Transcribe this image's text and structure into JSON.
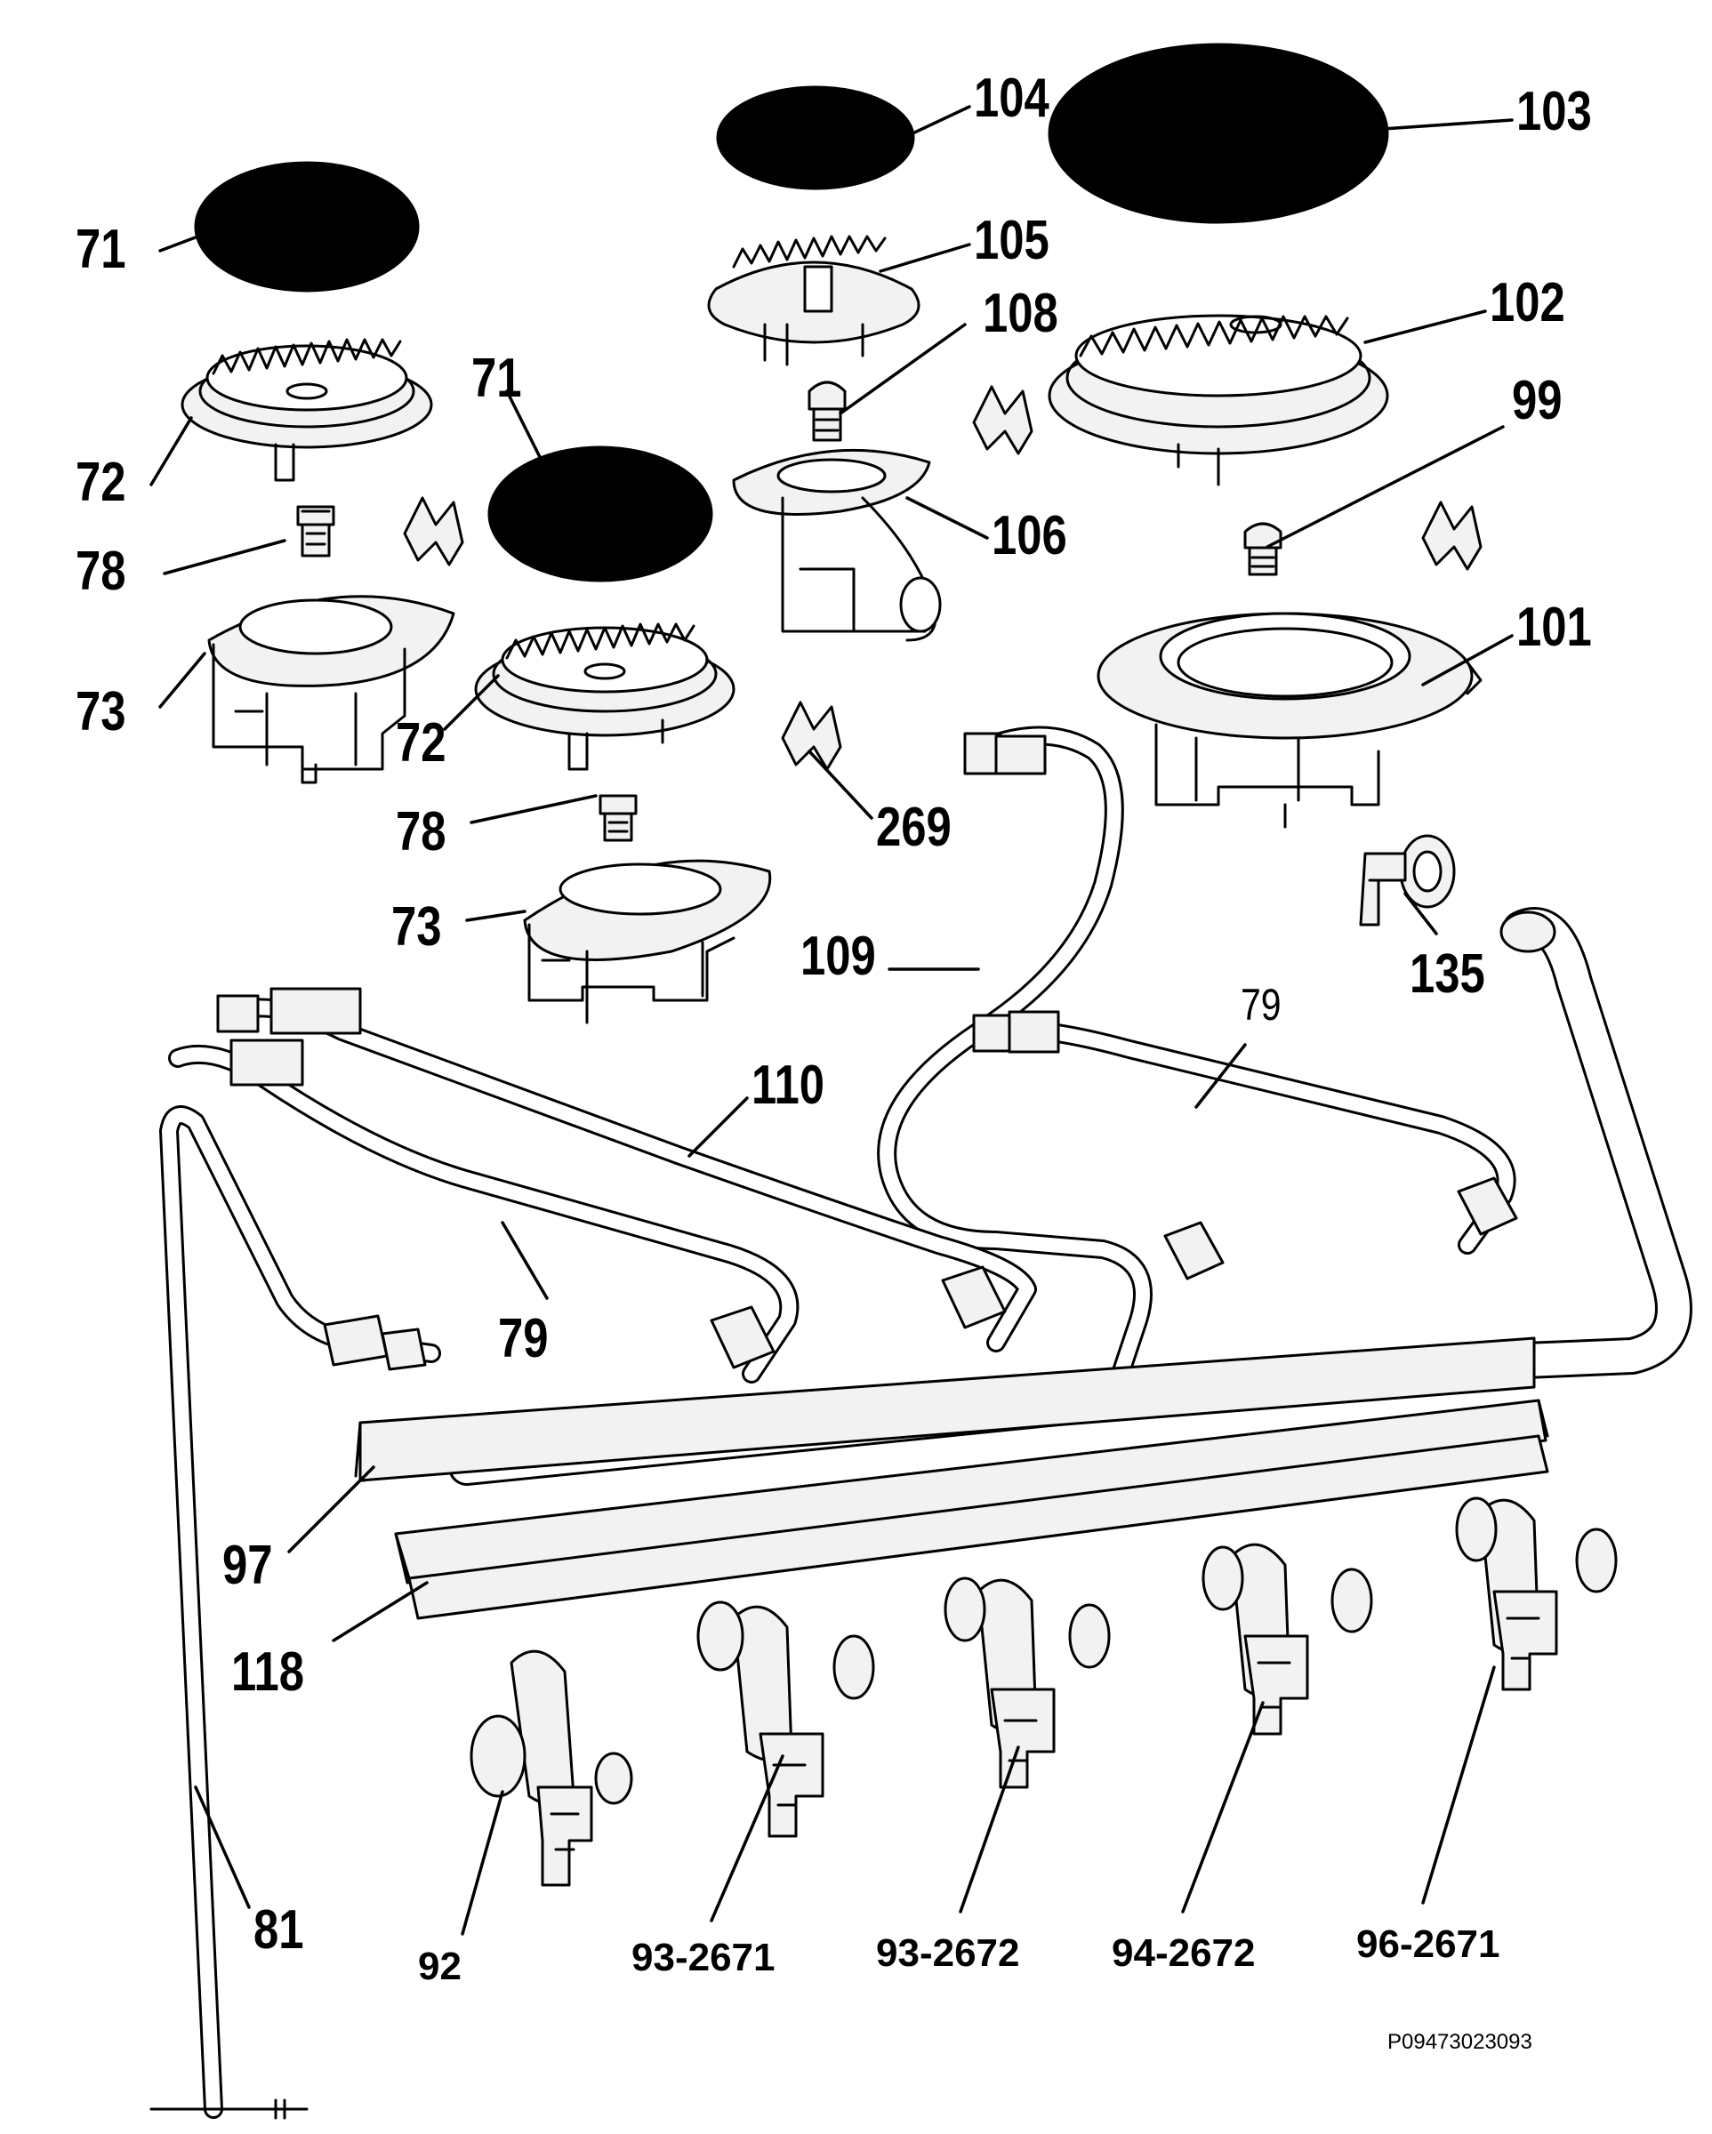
{
  "colors": {
    "ink": "#000000",
    "paper": "#ffffff",
    "part_fill": "#f2f2f2"
  },
  "diagram": {
    "reference_code": "P09473023093",
    "labels": {
      "l71a": "71",
      "l72a": "72",
      "l78a": "78",
      "l73a": "73",
      "l71b": "71",
      "l72b": "72",
      "l78b": "78",
      "l73b": "73",
      "l104": "104",
      "l105": "105",
      "l108": "108",
      "l106": "106",
      "l269": "269",
      "l103": "103",
      "l102": "102",
      "l99": "99",
      "l101": "101",
      "l135": "135",
      "l109": "109",
      "l79a": "79",
      "l110": "110",
      "l79b": "79",
      "l97": "97",
      "l118": "118",
      "l81": "81",
      "l92": "92",
      "l93a": "93-2671",
      "l93b": "93-2672",
      "l94": "94-2672",
      "l96": "96-2671"
    }
  }
}
